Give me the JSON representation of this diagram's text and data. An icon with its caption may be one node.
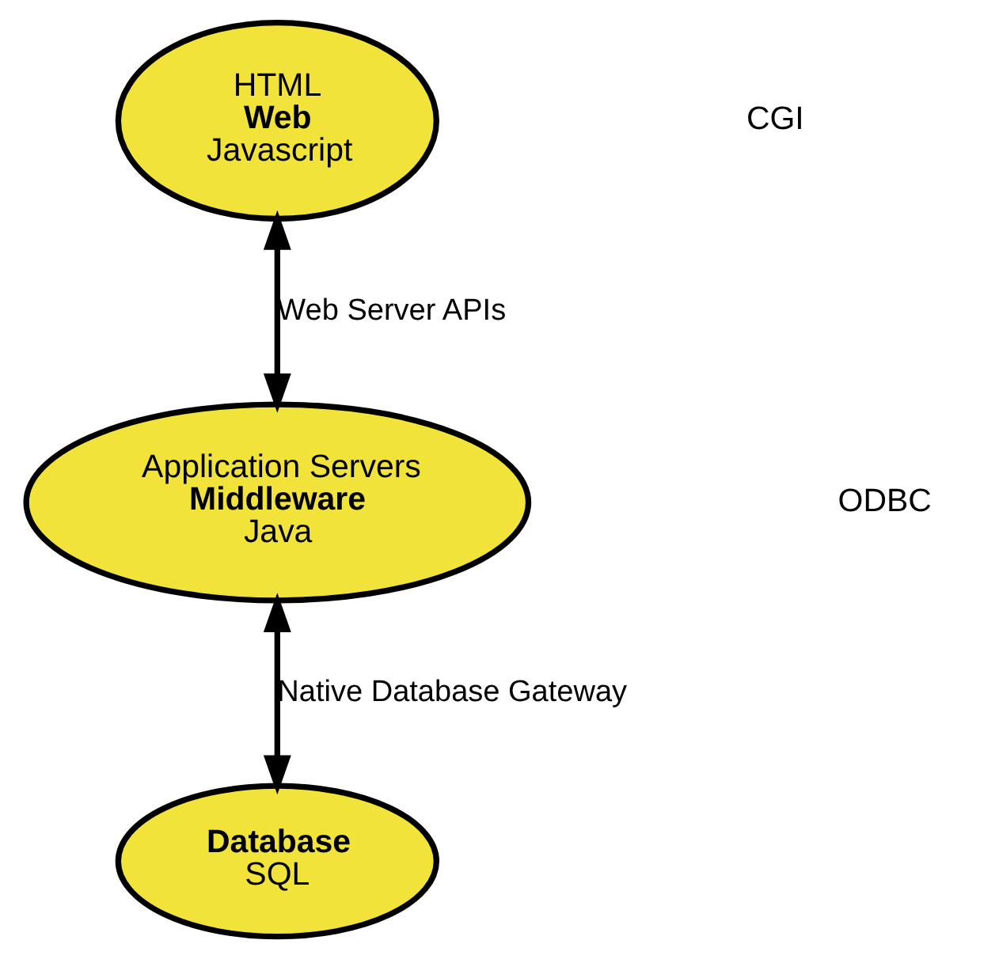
{
  "diagram": {
    "nodes": [
      {
        "text": [
          "HTML",
          "Web",
          "Javascript"
        ]
      },
      {
        "text": [
          "Application Servers",
          "Middleware",
          "Java"
        ]
      },
      {
        "text": [
          "Database",
          "SQL"
        ]
      }
    ],
    "edges": [
      {
        "from": 0,
        "to": 1,
        "arrow": "both",
        "label": "Web Server APIs"
      },
      {
        "from": 1,
        "to": 2,
        "arrow": "both",
        "label": "Native Database Gateway"
      }
    ],
    "labels": [
      "CGI",
      "ODBC"
    ]
  }
}
